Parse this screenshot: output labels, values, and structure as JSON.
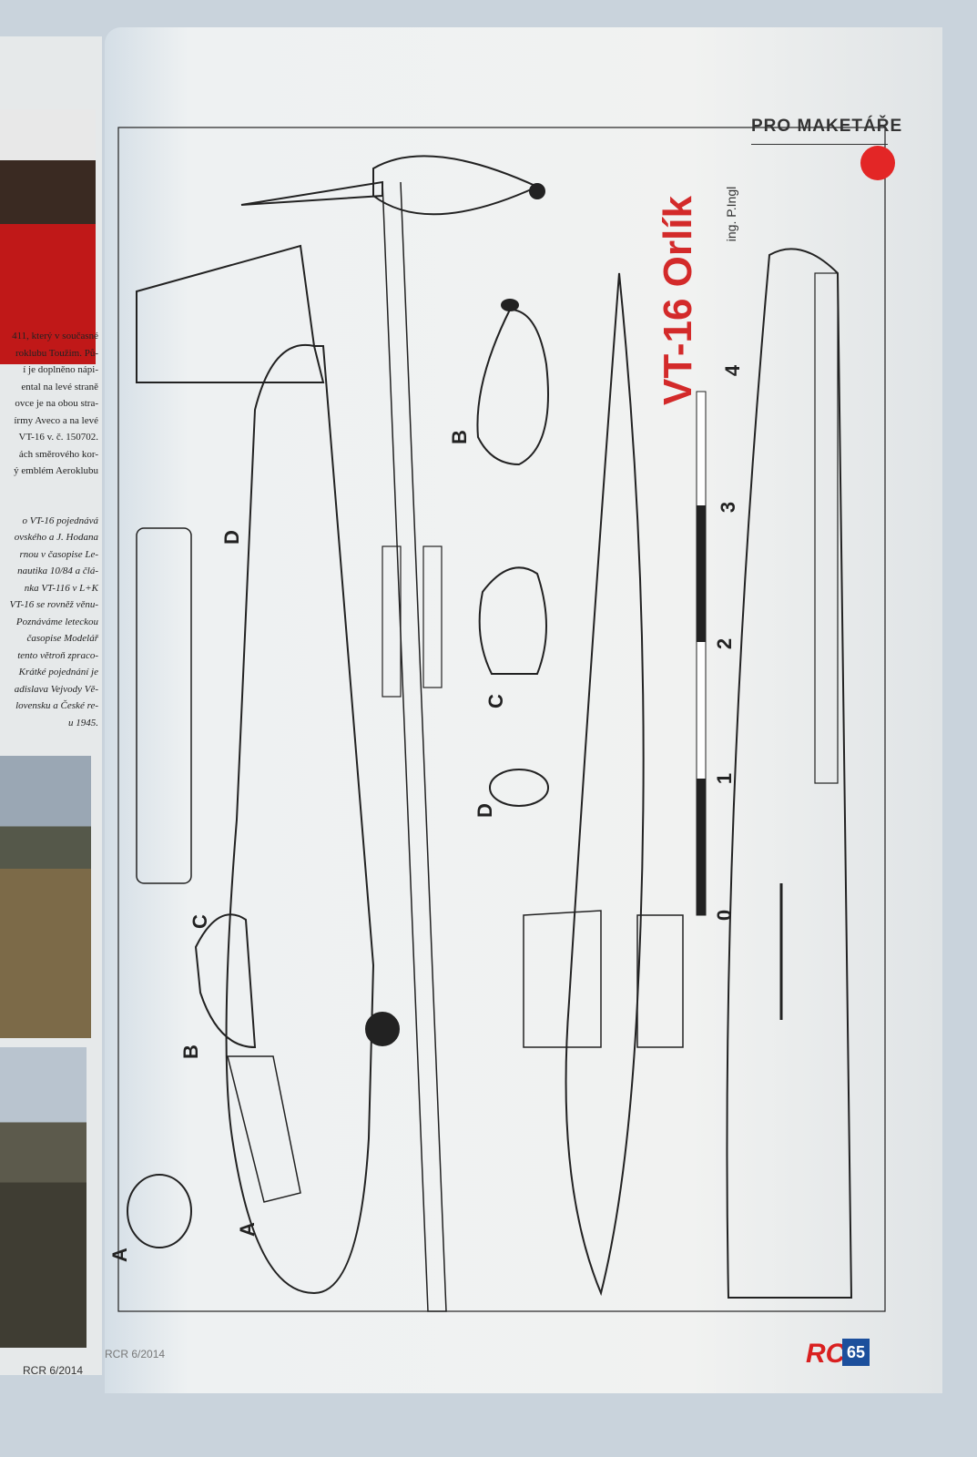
{
  "left_page": {
    "paragraph1": [
      "411, který v současné",
      "roklubu Toužim. Pů-",
      "í je doplněno nápi-",
      "ental na levé straně",
      "ovce je na obou stra-",
      "írmy Aveco a na levé",
      "VT-16 v. č. 150702.",
      "ách směrového kor-",
      "ý emblém Aeroklubu"
    ],
    "paragraph2": [
      "o VT-16 pojednává",
      "ovského a J. Hodana",
      "rnou v časopise Le-",
      "nautika 10/84 a člá-",
      "nka VT-116 v L+K",
      "VT-16 se rovněž věnu-",
      "Poznáváme leteckou",
      "časopise Modelář",
      "tento větroň zpraco-",
      "Krátké pojednání je",
      "adislava Vejvody Vě-",
      "lovensku a České re-",
      "u 1945."
    ],
    "footer": "RCR 6/2014"
  },
  "right_page": {
    "section_header": "PRO MAKETÁŘE",
    "title": "VT-16 Orlík",
    "author": "ing. P.Ingl",
    "section_labels": [
      "A",
      "B",
      "C",
      "D"
    ],
    "scale_labels": [
      "0",
      "1",
      "2",
      "3",
      "4"
    ],
    "footer_left": "RCR 6/2014",
    "footer_logo": "RC",
    "page_number": "65",
    "accent_color": "#d32a2a",
    "header_dot_color": "#e32626"
  }
}
